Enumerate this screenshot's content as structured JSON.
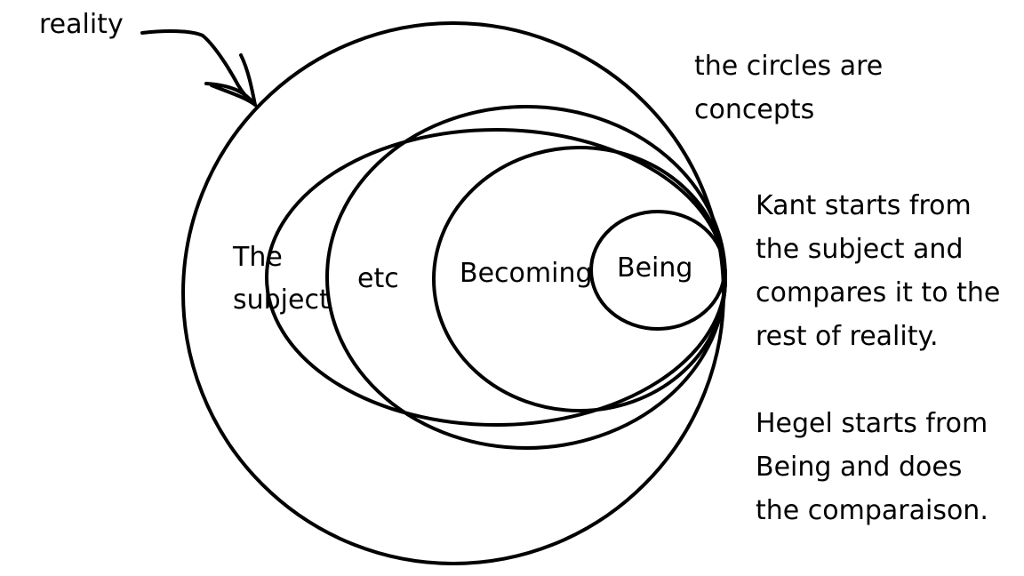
{
  "labels": {
    "reality": "reality",
    "the_subject": [
      "The",
      "subject"
    ],
    "etc": "etc",
    "becoming": "Becoming",
    "being": "Being"
  },
  "notes": {
    "circles": [
      "the circles are",
      "concepts"
    ],
    "kant": [
      "Kant starts from",
      "the subject and",
      "compares it to the",
      "rest of reality."
    ],
    "hegel": [
      "Hegel starts from",
      "Being and does",
      "the comparaison."
    ]
  }
}
